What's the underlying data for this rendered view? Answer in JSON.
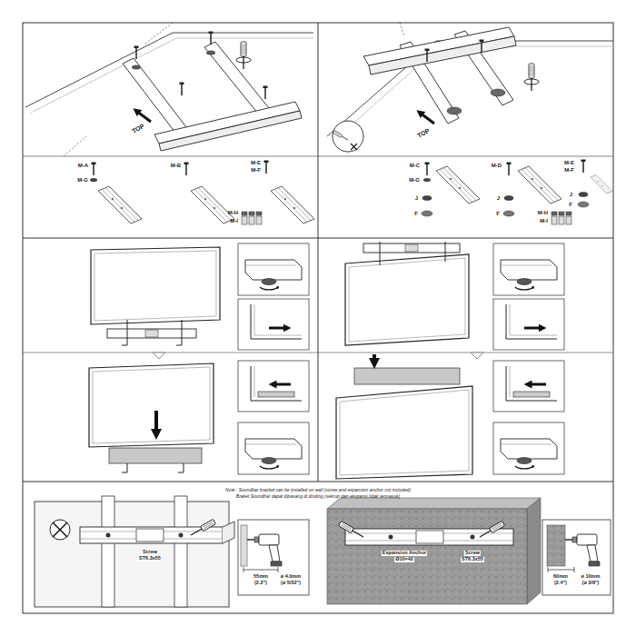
{
  "diagram": {
    "labels": [
      "TOP",
      "TOP",
      "M-A",
      "M-G",
      "M-B",
      "M-E",
      "M-F",
      "M-H",
      "M-I",
      "M-C",
      "M-G",
      "J",
      "F",
      "M-D",
      "J",
      "F",
      "M-E",
      "M-F",
      "J",
      "F",
      "M-H",
      "M-I",
      "Note : Soundbar bracket can be installed on wall (screw and expansion anchor not included)",
      "Braket Soundbar dapat dipasang di dinding (sekrup dan ekspansi tidak termasuk)",
      "Screw",
      "ST6.3x55",
      "55mm",
      "(2.2\")",
      "ø 4.0mm",
      "(ø 5/32\")",
      "Expansion Anchor",
      "Ø10×42",
      "Screw",
      "ST6.3x55",
      "60mm",
      "(2.4\")",
      "ø 10mm",
      "(ø 3/8\")"
    ]
  }
}
